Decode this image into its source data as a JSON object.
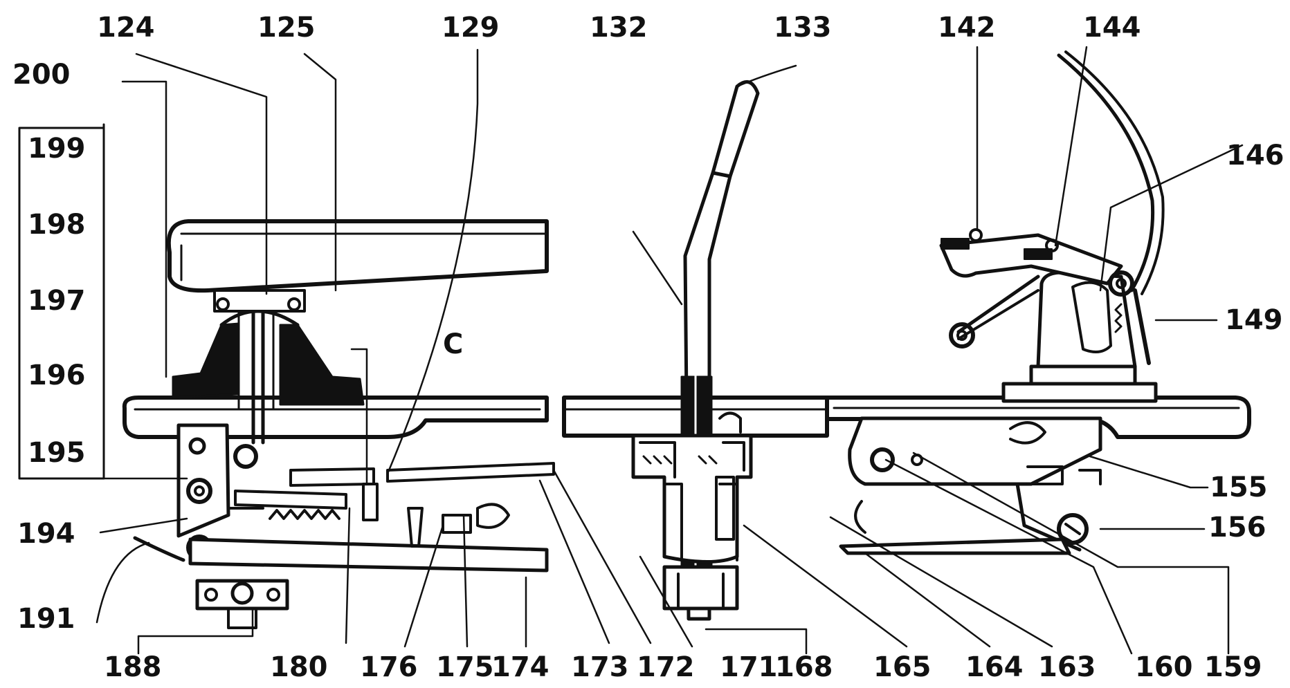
{
  "diagram": {
    "letter_label": "C",
    "top_labels": [
      "124",
      "125",
      "129",
      "132",
      "133",
      "142",
      "144"
    ],
    "right_labels": [
      "146",
      "149",
      "155",
      "156"
    ],
    "left_box_labels": [
      "199",
      "198",
      "197",
      "196",
      "195"
    ],
    "left_labels": [
      "200",
      "194",
      "191"
    ],
    "bottom_labels": [
      "188",
      "180",
      "176",
      "175",
      "174",
      "173",
      "172",
      "171",
      "168",
      "165",
      "164",
      "163",
      "160",
      "159"
    ]
  }
}
